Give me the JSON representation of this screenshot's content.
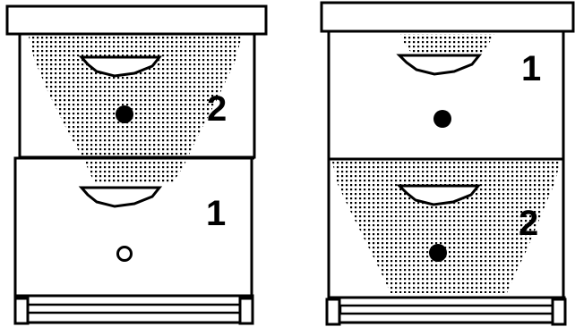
{
  "colors": {
    "ink": "#000000",
    "paper": "#ffffff"
  },
  "left_hive": {
    "top_box": {
      "number": "2",
      "entrance": "closed-filled"
    },
    "bottom_box": {
      "number": "1",
      "entrance": "open"
    }
  },
  "right_hive": {
    "top_box": {
      "number": "1",
      "entrance": "closed-filled"
    },
    "bottom_box": {
      "number": "2",
      "entrance": "closed-filled"
    }
  }
}
